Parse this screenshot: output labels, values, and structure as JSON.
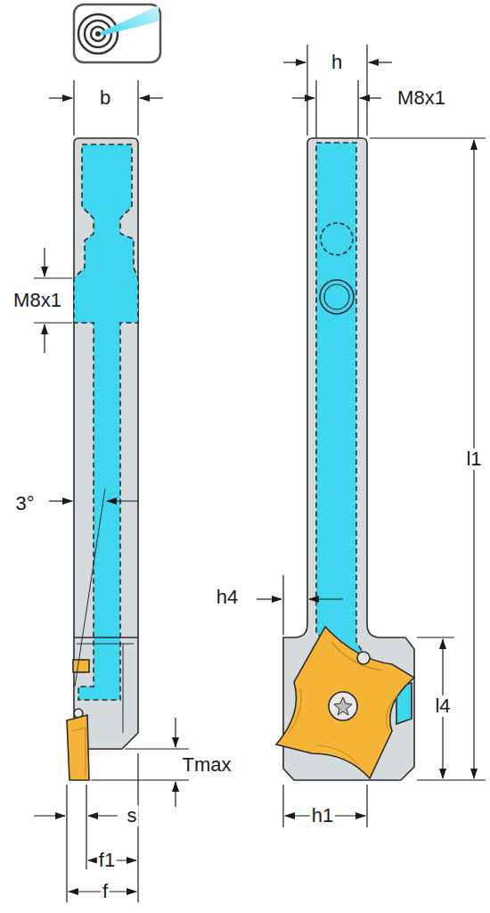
{
  "diagram": {
    "labels": [
      "b",
      "M8x1",
      "3°",
      "h",
      "M8x1",
      "l1",
      "h4",
      "l4",
      "Tmax",
      "s",
      "f1",
      "f",
      "h1"
    ]
  }
}
